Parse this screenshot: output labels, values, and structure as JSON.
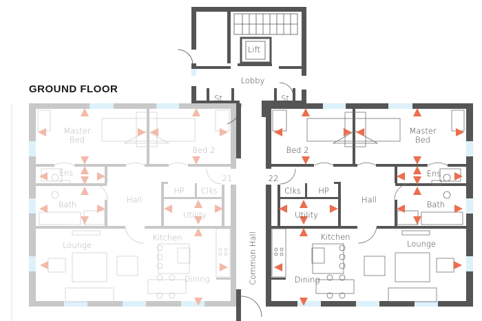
{
  "plan": {
    "title": "GROUND FLOOR",
    "core": {
      "lift": "Lift",
      "lobby": "Lobby",
      "store_left": "St",
      "store_right": "St",
      "common_hall": "Common Hall"
    },
    "unit_21": {
      "number": "21",
      "rooms": {
        "master_bed_1": "Master",
        "master_bed_2": "Bed",
        "bed2": "Bed 2",
        "ensuite": "Ens",
        "bath": "Bath",
        "hall": "Hall",
        "hp": "HP",
        "clks": "Clks",
        "utility": "Utility",
        "kitchen": "Kitchen",
        "lounge": "Lounge",
        "dining": "Dining"
      }
    },
    "unit_22": {
      "number": "22",
      "rooms": {
        "master_bed_1": "Master",
        "master_bed_2": "Bed",
        "bed2": "Bed 2",
        "ensuite": "Ens",
        "bath": "Bath",
        "hall": "Hall",
        "hp": "HP",
        "clks": "Clks",
        "utility": "Utility",
        "kitchen": "Kitchen",
        "lounge": "Lounge",
        "dining": "Dining"
      }
    },
    "colors": {
      "wall_faded": "#c8c8c8",
      "wall_dark": "#555555",
      "arrow_faded": "#f6b9a8",
      "arrow": "#ef6c4c",
      "window": "#dcf1fa"
    }
  }
}
